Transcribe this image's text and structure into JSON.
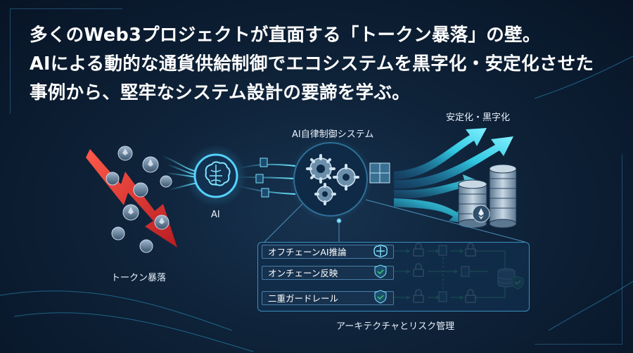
{
  "headline": {
    "line1": "多くのWeb3プロジェクトが直面する「トークン暴落」の壁。",
    "line2": "AIによる動的な通貨供給制御でエコシステムを黒字化・安定化させた",
    "line3": "事例から、堅牢なシステム設計の要諦を学ぶ。"
  },
  "labels": {
    "crash": "トークン暴落",
    "ai": "AI",
    "control_system": "AI自律制御システム",
    "stabilize": "安定化・黒字化",
    "architecture": "アーキテクチャとリスク管理"
  },
  "architecture_rows": [
    {
      "label": "オフチェーンAI推論",
      "icon": "brain-icon"
    },
    {
      "label": "オンチェーン反映",
      "icon": "shield-check-icon"
    },
    {
      "label": "二重ガードレール",
      "icon": "shield-check-icon"
    }
  ],
  "colors": {
    "background": "#0b1a2e",
    "crash_arrow": "#e03a3a",
    "growth_arrow": "#2fd2e0",
    "accent": "#3a8fc0",
    "guard_green": "#3ccf6e"
  }
}
